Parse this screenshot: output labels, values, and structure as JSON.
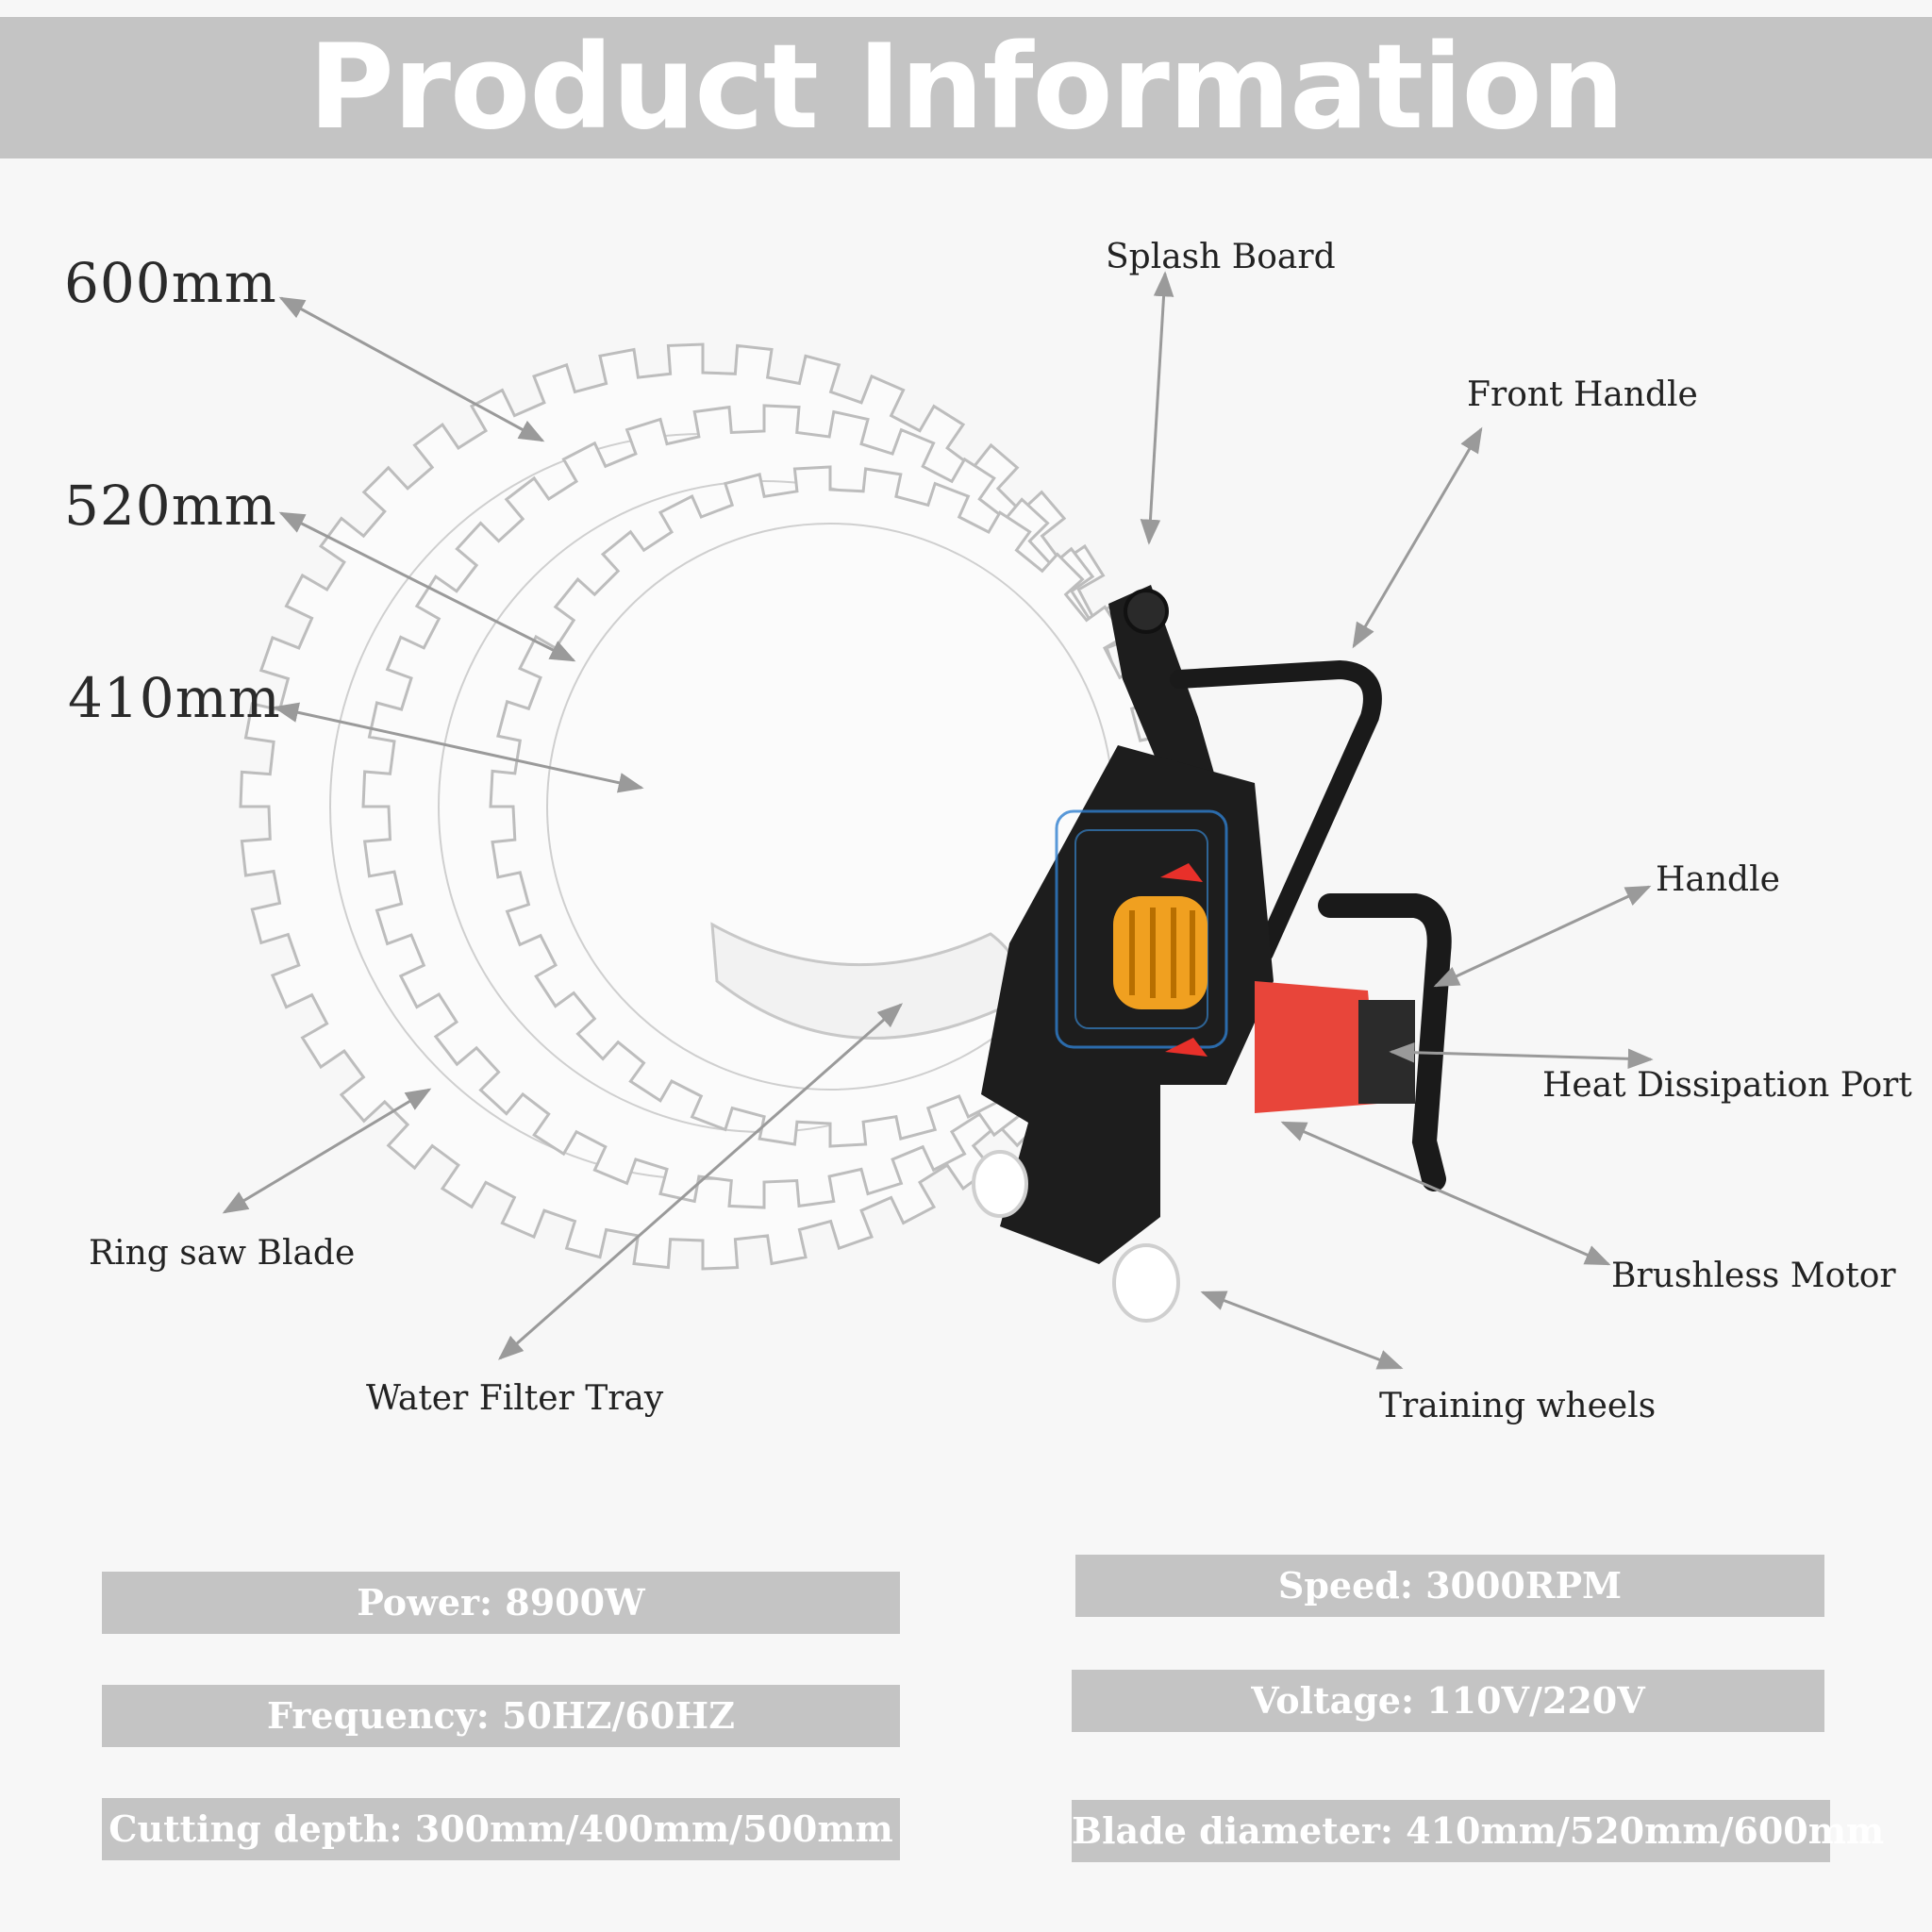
{
  "header": {
    "title": "Product Information"
  },
  "blade_sizes": [
    "600mm",
    "520mm",
    "410mm"
  ],
  "parts": {
    "splash_board": "Splash Board",
    "front_handle": "Front Handle",
    "handle": "Handle",
    "heat_dissipation_port": "Heat Dissipation Port",
    "ring_saw_blade": "Ring saw Blade",
    "water_filter_tray": "Water Filter Tray",
    "brushless_motor": "Brushless Motor",
    "training_wheels": "Training wheels"
  },
  "specs": {
    "power": "Power: 8900W",
    "frequency": "Frequency: 50HZ/60HZ",
    "cutting_depth": "Cutting depth: 300mm/400mm/500mm",
    "speed": "Speed: 3000RPM",
    "voltage": "Voltage: 110V/220V",
    "blade_diameter": "Blade diameter: 410mm/520mm/600mm"
  },
  "colors": {
    "band": "#c4c4c4",
    "tool_body": "#1d1d1d",
    "motor_accent": "#e8453a",
    "coil": "#f0a020",
    "arrow": "#9a9a9a"
  }
}
